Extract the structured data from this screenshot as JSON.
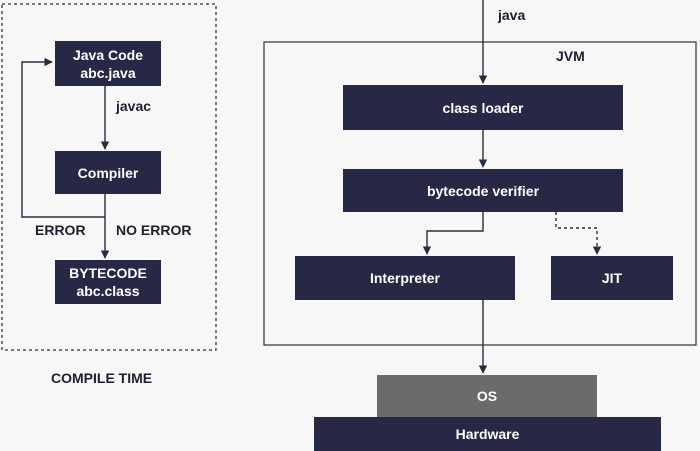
{
  "compile_time": {
    "title": "COMPILE TIME",
    "java_code": {
      "line1": "Java Code",
      "line2": "abc.java"
    },
    "javac_label": "javac",
    "compiler": "Compiler",
    "error_label": "ERROR",
    "no_error_label": "NO ERROR",
    "bytecode": {
      "line1": "BYTECODE",
      "line2": "abc.class"
    }
  },
  "runtime": {
    "java_label": "java",
    "jvm_title": "JVM",
    "class_loader": "class loader",
    "bytecode_verifier": "bytecode verifier",
    "interpreter": "Interpreter",
    "jit": "JIT",
    "os": "OS",
    "hardware": "Hardware"
  },
  "colors": {
    "box_fill": "#262845",
    "os_fill": "#6b6b6b",
    "line": "#2a2a40",
    "background": "#f7f7f7"
  }
}
